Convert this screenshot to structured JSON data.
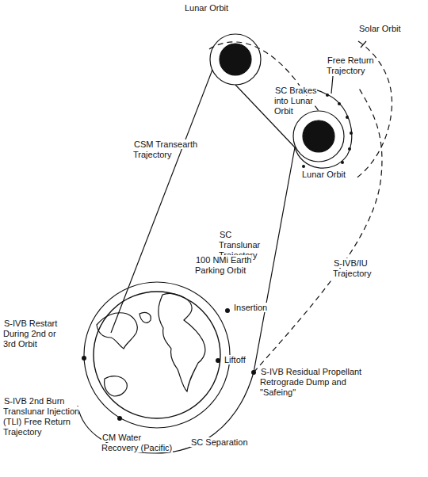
{
  "diagram": {
    "labels": [
      "Lunar Orbit",
      "Solar Orbit",
      "Free Return Trajectory",
      "SC Brakes into Lunar Orbit",
      "CSM Transearth Trajectory",
      "Lunar Orbit",
      "SC Translunar Trajectory",
      "100 NMi Earth Parking Orbit",
      "S-IVB/IU Trajectory",
      "Insertion",
      "S-IVB Restart During 2nd or 3rd Orbit",
      "Liftoff",
      "S-IVB Residual Propellant Retrograde Dump and \"Safeing\"",
      "S-IVB 2nd Burn Translunar Injection (TLI) Free Return Trajectory",
      "CM Water Recovery (Pacific)",
      "SC Separation"
    ]
  }
}
